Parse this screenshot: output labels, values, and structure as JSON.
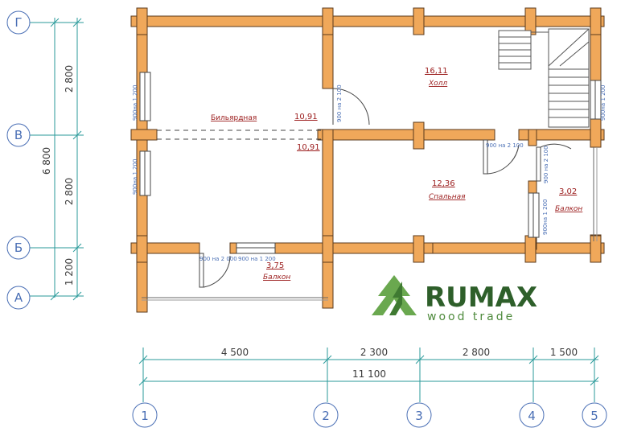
{
  "axes_letters": [
    "Г",
    "В",
    "Б",
    "А"
  ],
  "axes_numbers": [
    "1",
    "2",
    "3",
    "4",
    "5"
  ],
  "vertical_dims": {
    "total": "6 800",
    "segments": [
      "2 800",
      "2 800",
      "1 200"
    ]
  },
  "horizontal_dims": {
    "segments": [
      "4 500",
      "2 300",
      "2 800",
      "1 500"
    ],
    "total": "11 100"
  },
  "rooms": [
    {
      "name": "Бильярдная",
      "area": "10,91"
    },
    {
      "name": "",
      "area": "10,91"
    },
    {
      "name": "Холл",
      "area": "16,11"
    },
    {
      "name": "Спальная",
      "area": "12,36"
    },
    {
      "name": "Балкон",
      "area": "3,02"
    },
    {
      "name": "Балкон",
      "area": "3,75"
    }
  ],
  "openings": {
    "win_left_top": "900на 1 200",
    "win_left_bottom": "900на 1 200",
    "door_hall": "900 на 2 100",
    "win_right": "900на 1 200",
    "door_bedroom": "900 на 2 100",
    "door_balcony": "900 на 2 100",
    "win_balcony": "900на 1 200",
    "door_balcony_bottom": "900 на 2 000",
    "win_balcony_bottom": "900 на 1 200"
  },
  "logo": {
    "title": "RUMAX",
    "subtitle": "wood trade"
  },
  "colors": {
    "wall": "#f0a85a",
    "wall_outline": "#5a3a1c",
    "dimension_line": "#2a9a9a",
    "axis_label": "#4a6fb5",
    "room_label": "#9b1c1c",
    "logo_dark": "#2e5f2a",
    "logo_light": "#6aa84f"
  }
}
